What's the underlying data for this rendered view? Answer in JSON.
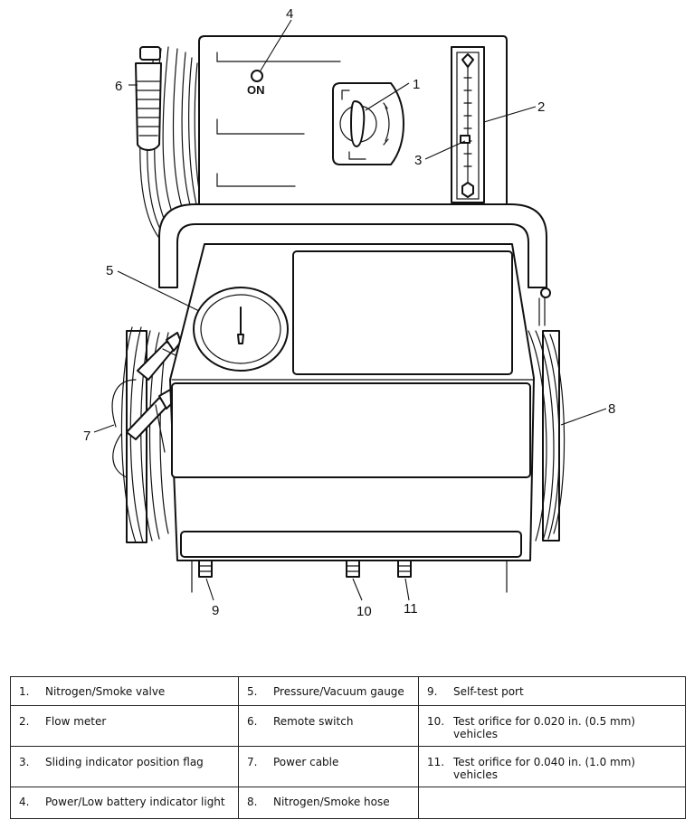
{
  "diagram": {
    "on_label": "ON",
    "callouts": [
      "1",
      "2",
      "3",
      "4",
      "5",
      "6",
      "7",
      "8",
      "9",
      "10",
      "11"
    ]
  },
  "legend": {
    "rows": [
      [
        {
          "num": "1.",
          "text": "Nitrogen/Smoke valve"
        },
        {
          "num": "5.",
          "text": "Pressure/Vacuum gauge"
        },
        {
          "num": "9.",
          "text": "Self-test port"
        }
      ],
      [
        {
          "num": "2.",
          "text": "Flow meter"
        },
        {
          "num": "6.",
          "text": "Remote switch"
        },
        {
          "num": "10.",
          "text": "Test orifice for 0.020 in. (0.5 mm) vehicles"
        }
      ],
      [
        {
          "num": "3.",
          "text": "Sliding indicator position flag"
        },
        {
          "num": "7.",
          "text": "Power cable"
        },
        {
          "num": "11.",
          "text": "Test orifice for 0.040 in. (1.0 mm) vehicles"
        }
      ],
      [
        {
          "num": "4.",
          "text": "Power/Low battery indicator light"
        },
        {
          "num": "8.",
          "text": "Nitrogen/Smoke hose"
        },
        {
          "num": "",
          "text": ""
        }
      ]
    ]
  }
}
